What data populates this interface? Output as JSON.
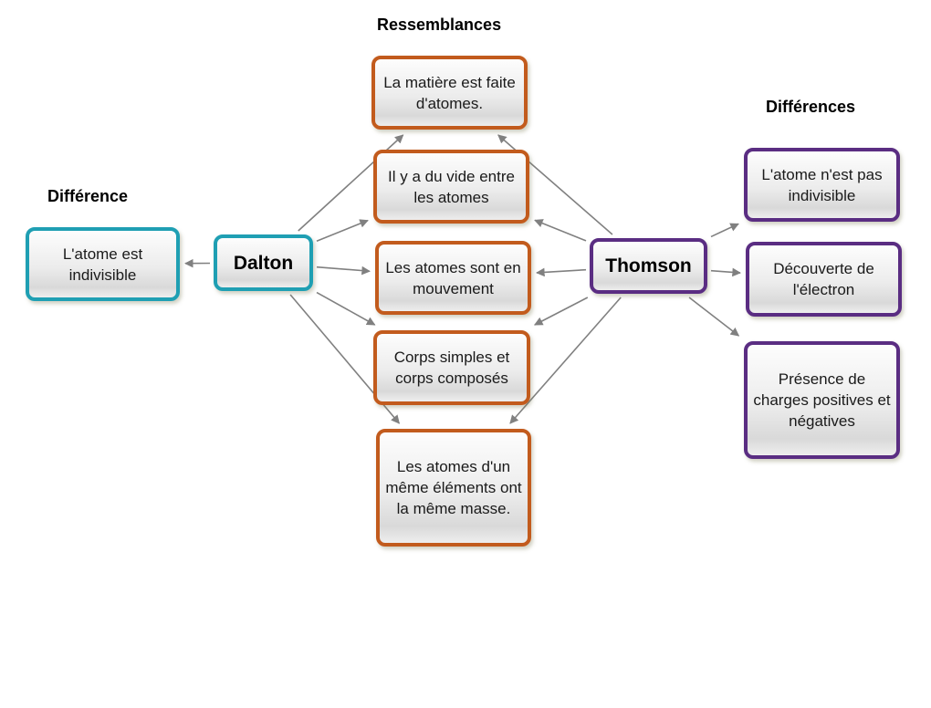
{
  "headings": {
    "similarities": "Ressemblances",
    "difference_left": "Différence",
    "differences_right": "Différences"
  },
  "nodes": {
    "dalton": "Dalton",
    "thomson": "Thomson",
    "dalton_diff": "L'atome est indivisible",
    "sim_1": "La matière est faite d'atomes.",
    "sim_2": "Il y a du vide entre les atomes",
    "sim_3": "Les atomes sont en mouvement",
    "sim_4": "Corps simples et corps composés",
    "sim_5": "Les atomes d'un même éléments ont la même masse.",
    "thom_diff_1": "L'atome n'est pas indivisible",
    "thom_diff_2": "Découverte de l'électron",
    "thom_diff_3": "Présence de charges positives et négatives"
  },
  "edges": [
    {
      "from": "dalton",
      "to": "dalton_diff"
    },
    {
      "from": "dalton",
      "to": "sim_1"
    },
    {
      "from": "dalton",
      "to": "sim_2"
    },
    {
      "from": "dalton",
      "to": "sim_3"
    },
    {
      "from": "dalton",
      "to": "sim_4"
    },
    {
      "from": "dalton",
      "to": "sim_5"
    },
    {
      "from": "thomson",
      "to": "sim_1"
    },
    {
      "from": "thomson",
      "to": "sim_2"
    },
    {
      "from": "thomson",
      "to": "sim_3"
    },
    {
      "from": "thomson",
      "to": "sim_4"
    },
    {
      "from": "thomson",
      "to": "sim_5"
    },
    {
      "from": "thomson",
      "to": "thom_diff_1"
    },
    {
      "from": "thomson",
      "to": "thom_diff_2"
    },
    {
      "from": "thomson",
      "to": "thom_diff_3"
    }
  ],
  "colors": {
    "similarity_border": "#c25b1d",
    "dalton_border": "#1f9fb3",
    "thomson_border": "#5a2d82",
    "arrow": "#808080"
  }
}
